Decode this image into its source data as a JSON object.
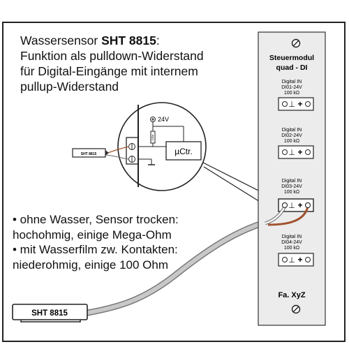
{
  "intro": {
    "title_prefix": "Wassersensor ",
    "title_product": "SHT 8815",
    "title_suffix": ":",
    "line2": "Funktion als pulldown-Widerstand",
    "line3": "für Digital-Eingänge mit internem",
    "line4": "pullup-Widerstand"
  },
  "bullets": {
    "line1": "• ohne Wasser, Sensor trocken:",
    "line2": "hochohmig, einige Mega-Ohm",
    "line3": "• mit Wasserfilm zw. Kontakten:",
    "line4": "niederohmig, einige 100 Ohm"
  },
  "module": {
    "title1": "Steuermodul",
    "title2": "quad - DI",
    "footer": "Fa. XyZ",
    "channels": [
      {
        "l1": "Digital IN",
        "l2": "DI01-24V",
        "l3": "100 kΩ"
      },
      {
        "l1": "Digital IN",
        "l2": "DI02-24V",
        "l3": "100 kΩ"
      },
      {
        "l1": "Digital IN",
        "l2": "DI03-24V",
        "l3": "100 kΩ"
      },
      {
        "l1": "Digital IN",
        "l2": "DI04-24V",
        "l3": "100 kΩ"
      }
    ],
    "terminal_minus": "⊥",
    "terminal_plus": "+"
  },
  "sensor": {
    "label": "SHT 8815",
    "small_label": "SHT 8815"
  },
  "inset": {
    "voltage": "24V",
    "resistor": "100k",
    "mcu": "µCtr."
  },
  "colors": {
    "cable_gray": "#c8c8c8",
    "wire_brown": "#a0522d"
  }
}
